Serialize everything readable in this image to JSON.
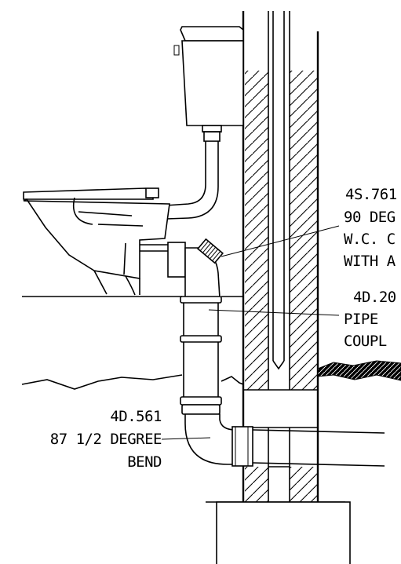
{
  "labels": {
    "wc_connector": {
      "code": "4S.761",
      "line1": "90 DEG",
      "line2": "W.C. C",
      "line3": "WITH A"
    },
    "pipe_coupler": {
      "code": "4D.20",
      "line1": "PIPE",
      "line2": "COUPL"
    },
    "bend": {
      "code": "4D.561",
      "line1": "87 1/2 DEGREE",
      "line2": "BEND"
    }
  }
}
